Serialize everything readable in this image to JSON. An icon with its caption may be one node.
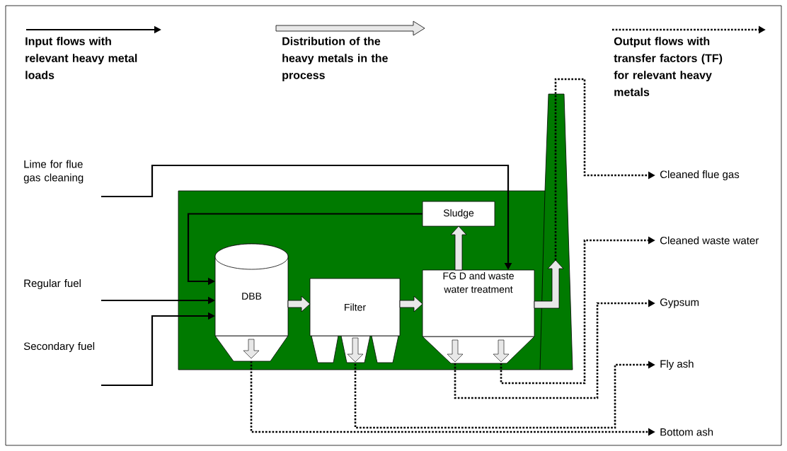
{
  "diagram": {
    "nodes": [
      {
        "text": [
          "Lime for flue gas cleaning"
        ]
      },
      {
        "text": [
          "Regular fuel"
        ]
      },
      {
        "text": [
          "Secondary fuel"
        ]
      },
      {
        "text": [
          "DBB"
        ]
      },
      {
        "text": [
          "Filter"
        ]
      },
      {
        "text": [
          "FG D and waste water treatment"
        ]
      },
      {
        "text": [
          "Sludge"
        ]
      },
      {
        "text": [
          "Cleaned flue gas"
        ]
      },
      {
        "text": [
          "Cleaned waste water"
        ]
      },
      {
        "text": [
          "Gypsum"
        ]
      },
      {
        "text": [
          "Fly ash"
        ]
      },
      {
        "text": [
          "Bottom ash"
        ]
      }
    ],
    "edges": [
      {
        "from": 0,
        "to": 5,
        "arrow": "to"
      },
      {
        "from": 1,
        "to": 3,
        "arrow": "to"
      },
      {
        "from": 2,
        "to": 3,
        "arrow": "to"
      },
      {
        "from": 6,
        "to": 3,
        "arrow": "to"
      },
      {
        "from": 3,
        "to": 4,
        "arrow": "to",
        "style": "thick"
      },
      {
        "from": 4,
        "to": 5,
        "arrow": "to",
        "style": "thick"
      },
      {
        "from": 5,
        "to": 6,
        "arrow": "to",
        "style": "thick"
      },
      {
        "from": 5,
        "to": null,
        "arrow": "to",
        "style": "thick"
      },
      {
        "from": null,
        "to": 7,
        "arrow": "to",
        "style": "dashed"
      },
      {
        "from": 5,
        "to": 8,
        "arrow": "to",
        "style": "dashed"
      },
      {
        "from": 5,
        "to": 9,
        "arrow": "to",
        "style": "dashed"
      },
      {
        "from": 4,
        "to": 10,
        "arrow": "to",
        "style": "dashed"
      },
      {
        "from": 3,
        "to": 11,
        "arrow": "to",
        "style": "dashed"
      }
    ],
    "legend": [
      {
        "text": "Input flows with relevant heavy metal loads"
      },
      {
        "text": "Distribution of the heavy metals in the process"
      },
      {
        "text": "Output flows with transfer factors (TF) for relevant heavy metals"
      }
    ]
  }
}
